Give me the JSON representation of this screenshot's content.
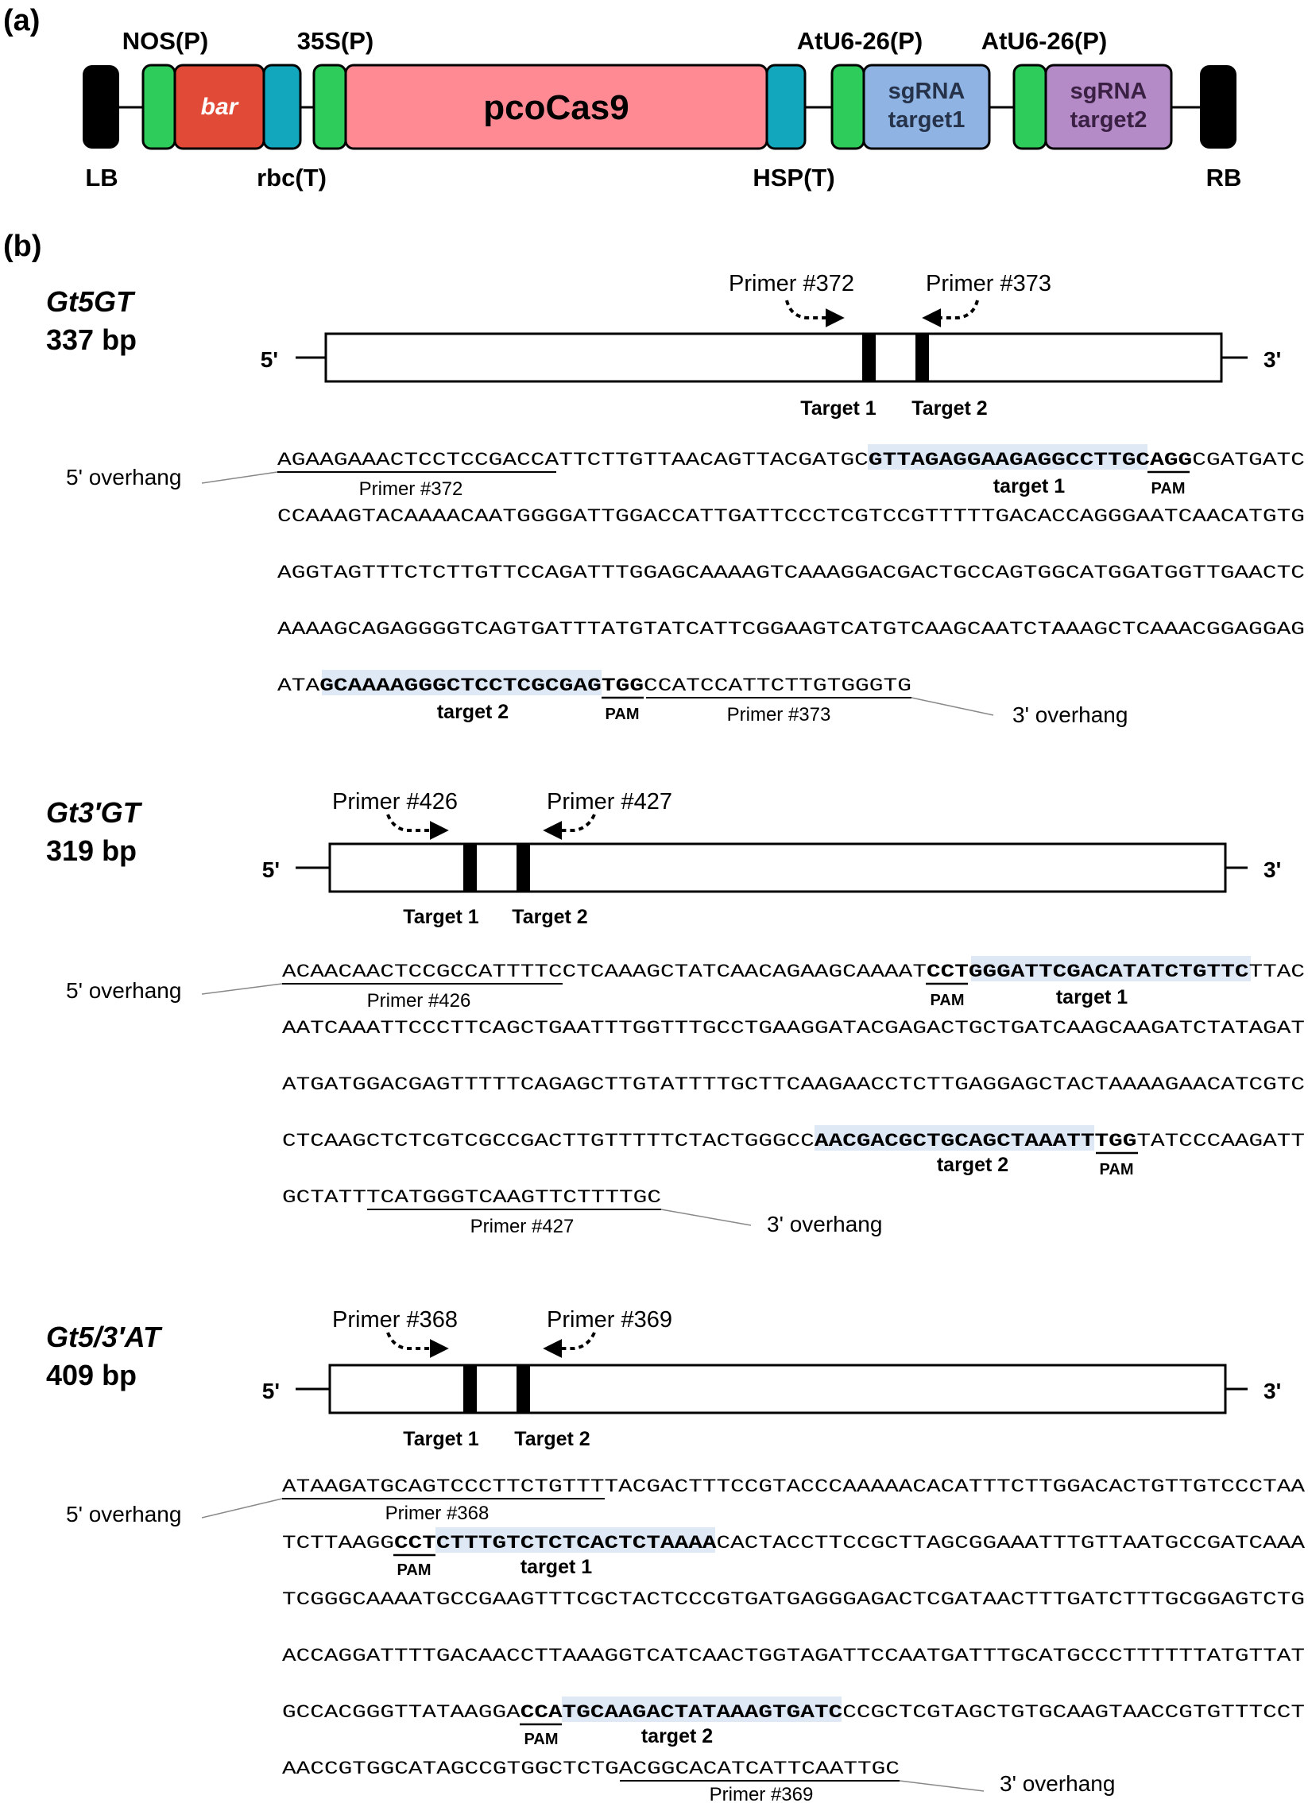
{
  "panel_labels": {
    "a": "(a)",
    "b": "(b)"
  },
  "construct": {
    "left_border": "LB",
    "right_border": "RB",
    "nos_promoter": "NOS(P)",
    "bar_gene": "bar",
    "rbc_terminator": "rbc(T)",
    "promoter_35s": "35S(P)",
    "cas9": "pcoCas9",
    "hsp_terminator": "HSP(T)",
    "u6_promoter_1": "AtU6-26(P)",
    "u6_promoter_2": "AtU6-26(P)",
    "sgrna1_line1": "sgRNA",
    "sgrna1_line2": "target1",
    "sgrna2_line1": "sgRNA",
    "sgrna2_line2": "target2",
    "colors": {
      "border": "#000000",
      "promoter": "#2ecc5a",
      "bar": "#e04a37",
      "terminator": "#12a7bd",
      "cas9": "#ff8a94",
      "sgrna1": "#8fb4e3",
      "sgrna2": "#b48ac7"
    }
  },
  "genes": [
    {
      "name": "Gt5GT",
      "size": "337 bp",
      "five_prime": "5'",
      "three_prime": "3'",
      "fwd_primer": "Primer #372",
      "rev_primer": "Primer #373",
      "target1": "Target 1",
      "target2": "Target 2",
      "five_overhang": "5' overhang",
      "three_overhang": "3' overhang",
      "lines": [
        [
          "AGAAGAAACTCCTCCGACCA",
          "TTCTTGTTAACAGTTACGATGC",
          "GTTAGAGGAAGAGGCCTTGC",
          "AGG",
          "CGATGATC"
        ],
        [
          "CCAAAGTACAAAACAATGGGGATTGGACCATTGATTCCCTCGTCCGTTTTTGACACCAGGGAATCAACATGTG"
        ],
        [
          "AGGTAGTTTCTCTTGTTCCAGATTTGGAGCAAAAGTCAAAGGACGACTGCCAGTGGCATGGATGGTTGAACTC"
        ],
        [
          "AAAAGCAGAGGGGTCAGTGATTTATGTATCATTCGGAAGTCATGTCAAGCAATCTAAAGCTCAAACGGAGGAG"
        ],
        [
          "ATA",
          "GCAAAAGGGCTCCTCGCGAG",
          "TGG",
          "CCATCCATTCTTGTGGGTG"
        ]
      ],
      "labels": {
        "primer_a": "Primer #372",
        "target_a": "target 1",
        "pam_a": "PAM",
        "target_b": "target 2",
        "pam_b": "PAM",
        "primer_b": "Primer #373"
      }
    },
    {
      "name": "Gt3′GT",
      "size": "319 bp",
      "five_prime": "5'",
      "three_prime": "3'",
      "fwd_primer": "Primer #426",
      "rev_primer": "Primer #427",
      "target1": "Target 1",
      "target2": "Target 2",
      "five_overhang": "5' overhang",
      "three_overhang": "3' overhang",
      "lines": [
        [
          "ACAACAACTCCGCCATTTTC",
          "CTCAAAGCTATCAACAGAAGCAAAAT",
          "CCT",
          "GGGATTCGACATATCTGTTC",
          "TTAC"
        ],
        [
          "AATCAAATTCCCTTCAGCTGAATTTGGTTTGCCTGAAGGATACGAGACTGCTGATCAAGCAAGATCTATAGAT"
        ],
        [
          "ATGATGGACGAGTTTTTCAGAGCTTGTATTTTGCTTCAAGAACCTCTTGAGGAGCTACTAAAAGAACATCGTC"
        ],
        [
          "CTCAAGCTCTCGTCGCCGACTTGTTTTTCTACTGGGCC",
          "AACGACGCTGCAGCTAAATT",
          "TGG",
          "TATCCCAAGATT"
        ],
        [
          "GCTATT",
          "TCATGGGTCAAGTTCTTTTGC"
        ]
      ],
      "labels": {
        "primer_a": "Primer #426",
        "pam_a": "PAM",
        "target_a": "target 1",
        "target_b": "target 2",
        "pam_b": "PAM",
        "primer_b": "Primer #427"
      }
    },
    {
      "name": "Gt5/3′AT",
      "size": "409 bp",
      "five_prime": "5'",
      "three_prime": "3'",
      "fwd_primer": "Primer #368",
      "rev_primer": "Primer #369",
      "target1": "Target 1",
      "target2": "Target 2",
      "five_overhang": "5' overhang",
      "three_overhang": "3' overhang",
      "lines": [
        [
          "ATAAGATGCAGTCCCTTCTGTTT",
          "TACGACTTTCCGTACCCAAAAACACATTTCTTGGACACTGTTGTCCCTAA"
        ],
        [
          "TCTTAAGG",
          "CCT",
          "CTTTGTCTCTCACTCTAAAA",
          "CACTACCTTCCGCTTAGCGGAAATTTGTTAATGCCGATCAAA"
        ],
        [
          "TCGGGCAAAATGCCGAAGTTTCGCTACTCCCGTGATGAGGGAGACTCGATAACTTTGATCTTTGCGGAGTCTG"
        ],
        [
          "ACCAGGATTTTGACAACCTTAAAGGTCATCAACTGGTAGATTCCAATGATTTGCATGCCCTTTTTTATGTTAT"
        ],
        [
          "GCCACGGGTTATAAGGA",
          "CCA",
          "TGCAAGACTATAAAGTGATC",
          "CCGCTCGTAGCTGTGCAAGTAACCGTGTTTCCT"
        ],
        [
          "AACCGTGGCATAGCCGTGGCTCTG",
          "ACGGCACATCATTCAATTGC"
        ]
      ],
      "labels": {
        "primer_a": "Primer #368",
        "pam_a": "PAM",
        "target_a": "target 1",
        "pam_b": "PAM",
        "target_b": "target 2",
        "primer_b": "Primer #369"
      }
    }
  ]
}
